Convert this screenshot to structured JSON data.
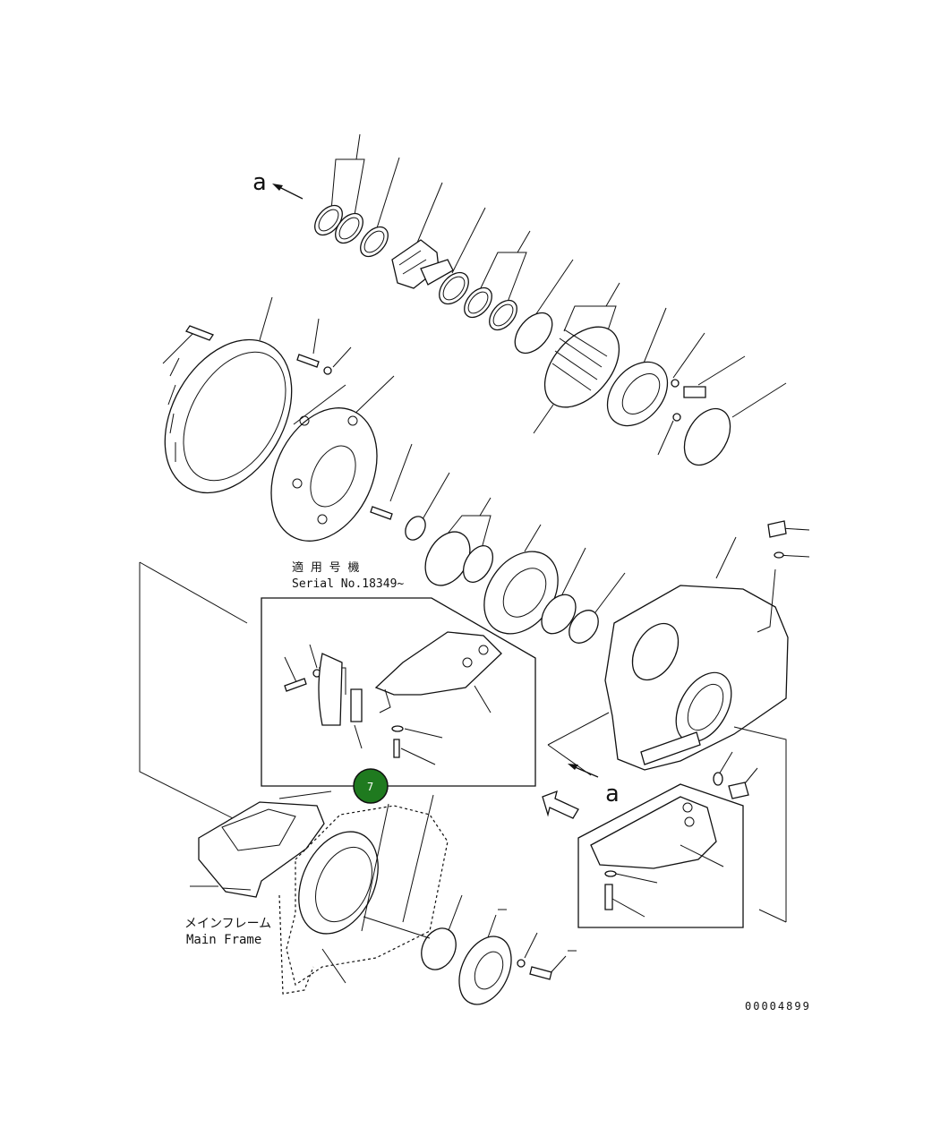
{
  "labels": {
    "view_a_top": "a",
    "view_a_bottom": "a",
    "serial_jp": "適 用 号 機",
    "serial_en": "Serial No.18349~",
    "main_frame_jp": "メインフレーム",
    "main_frame_en": "Main Frame",
    "drawing_number": "00004899"
  },
  "callout": {
    "number": "7",
    "color": "#1f7a1f"
  },
  "colors": {
    "line": "#111111",
    "background": "#ffffff"
  }
}
